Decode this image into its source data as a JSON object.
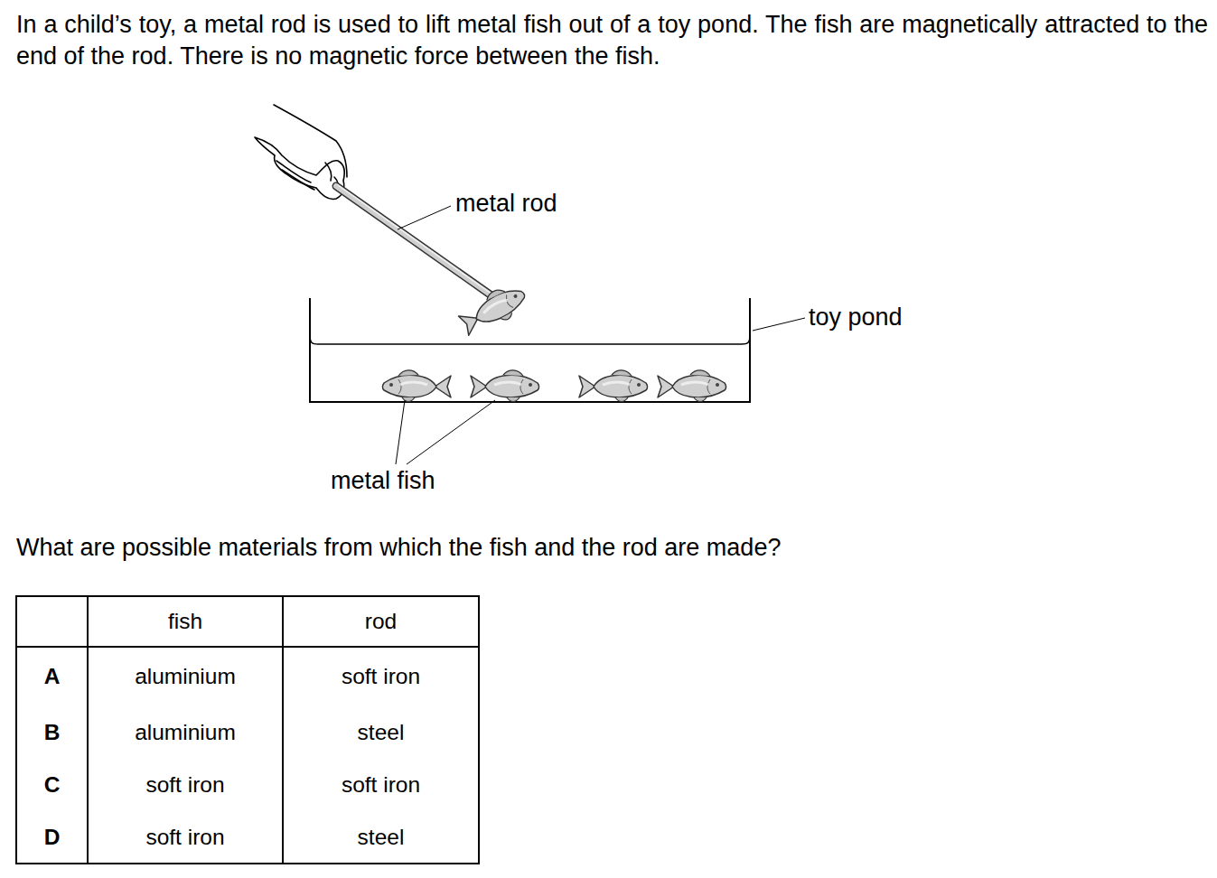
{
  "diagram": {
    "labels": [
      "In a child’s toy, a metal rod is used to lift metal fish out of a toy pond. The fish are magnetically attracted to the end of the rod. There is no magnetic force between the fish.",
      "metal rod",
      "toy pond",
      "metal fish",
      "What are possible materials from which the fish and the rod are made?",
      "fish",
      "rod",
      "A",
      "aluminium",
      "soft iron",
      "B",
      "aluminium",
      "steel",
      "C",
      "soft iron",
      "soft iron",
      "D",
      "soft iron",
      "steel"
    ]
  }
}
